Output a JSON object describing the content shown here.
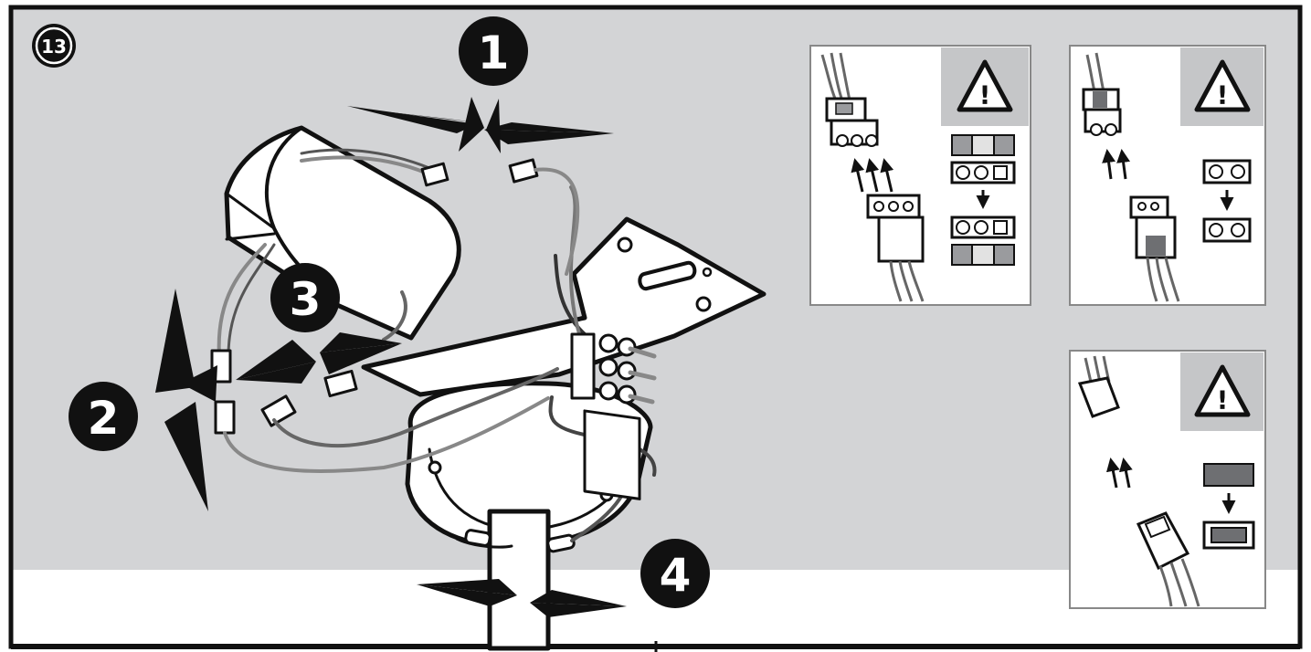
{
  "step": {
    "number": "13"
  },
  "callouts": [
    {
      "id": "c1",
      "label": "1"
    },
    {
      "id": "c2",
      "label": "2"
    },
    {
      "id": "c3",
      "label": "3"
    },
    {
      "id": "c4",
      "label": "4"
    }
  ],
  "insets": [
    {
      "id": "three-pin",
      "warning": "!",
      "pins": 3
    },
    {
      "id": "two-pin",
      "warning": "!",
      "pins": 2
    },
    {
      "id": "single-plug",
      "warning": "!",
      "pins": 1
    }
  ],
  "colors": {
    "background_gray": "#d3d4d6",
    "panel_gray": "#c5c6c8",
    "ink": "#111111",
    "gray_swatch": "#9a9b9e",
    "light_swatch": "#e2e2e2",
    "dark_swatch": "#6e6f72"
  }
}
